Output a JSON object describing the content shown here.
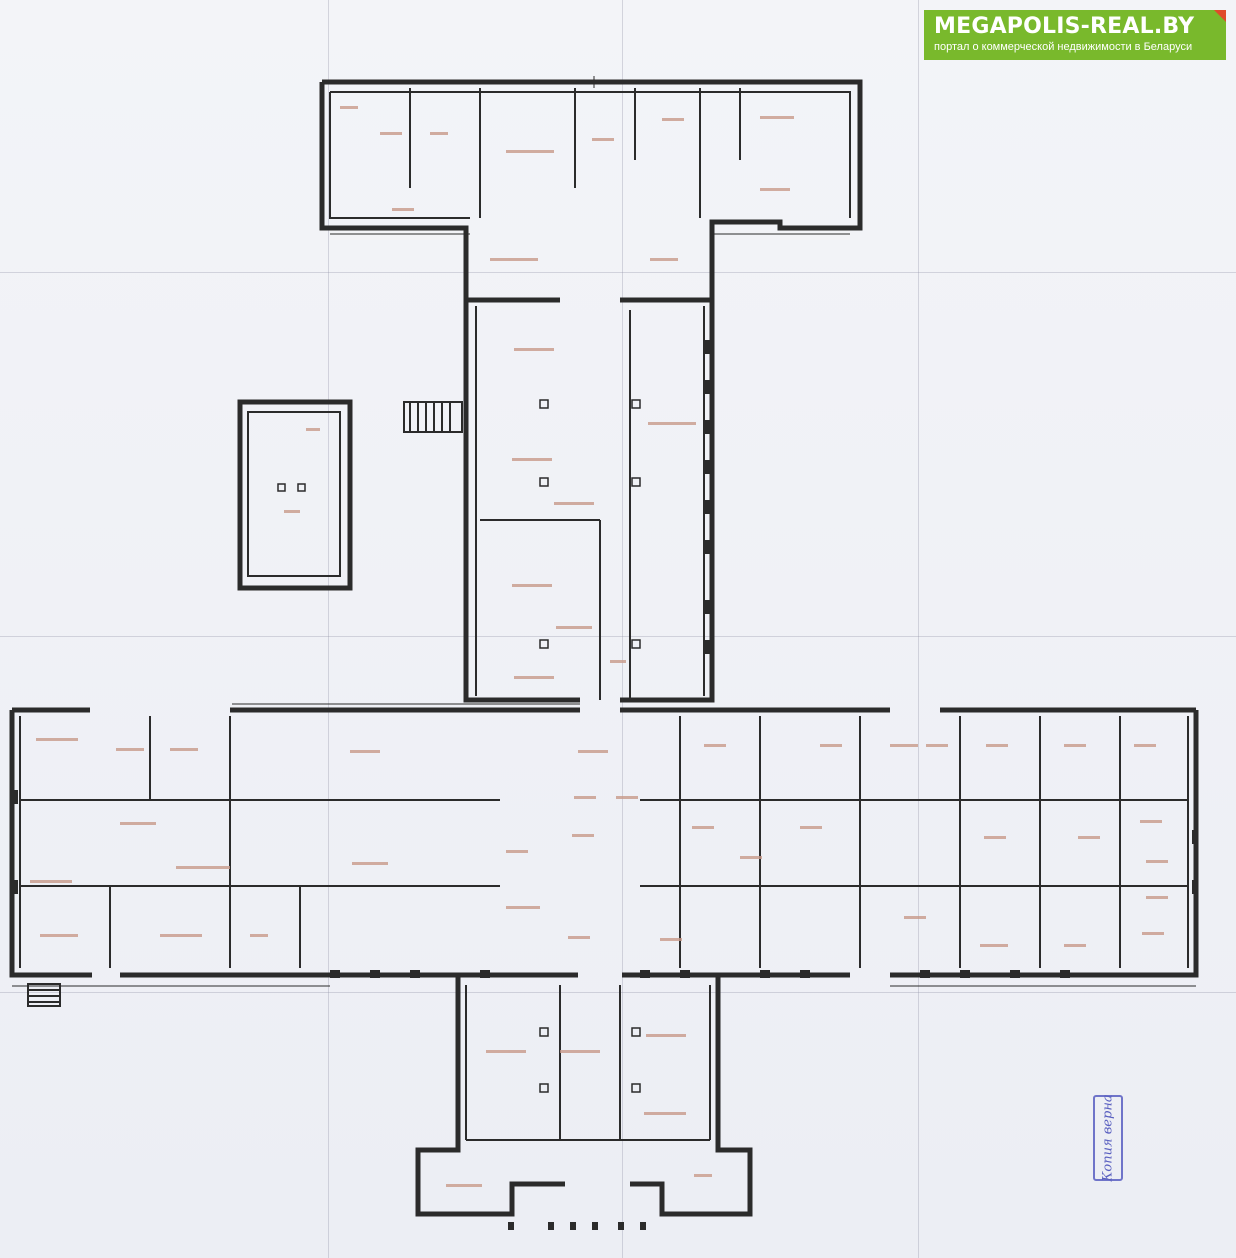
{
  "banner": {
    "brand": "MEGAPOLIS-REAL.BY",
    "tagline": "портал о коммерческой недвижимости в Беларуси",
    "color": "#79b92c"
  },
  "stamp": {
    "text": "Копия верна",
    "color": "#5a60c0"
  },
  "plan": {
    "wall_color": "#2b2b2b",
    "room_label_color": "#d9412b"
  }
}
